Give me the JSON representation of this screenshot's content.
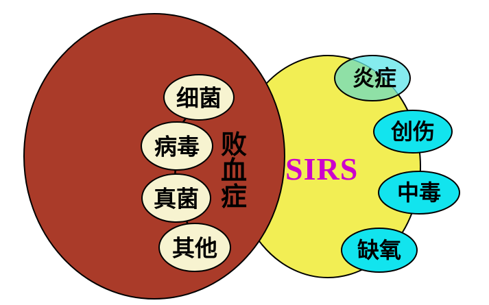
{
  "diagram": {
    "sepsis_circle": {
      "label": "败血症",
      "label_chars": {
        "c0": "败",
        "c1": "血",
        "c2": "症"
      },
      "fill": "#AA3B29",
      "cause_fill": "#F7F3D0",
      "causes": [
        {
          "label": "细菌"
        },
        {
          "label": "病毒"
        },
        {
          "label": "真菌"
        },
        {
          "label": "其他"
        }
      ]
    },
    "sirs_circle": {
      "label": "SIRS",
      "fill": "#F2EE54",
      "label_color": "#CC00CC"
    },
    "triggers": [
      {
        "label": "炎症",
        "fill": "#85EBEE",
        "overlap_fill": "#8FE0A6"
      },
      {
        "label": "创伤",
        "fill": "#12E4EE"
      },
      {
        "label": "中毒",
        "fill": "#12E4EE"
      },
      {
        "label": "缺氧",
        "fill": "#12E4EE"
      }
    ]
  }
}
